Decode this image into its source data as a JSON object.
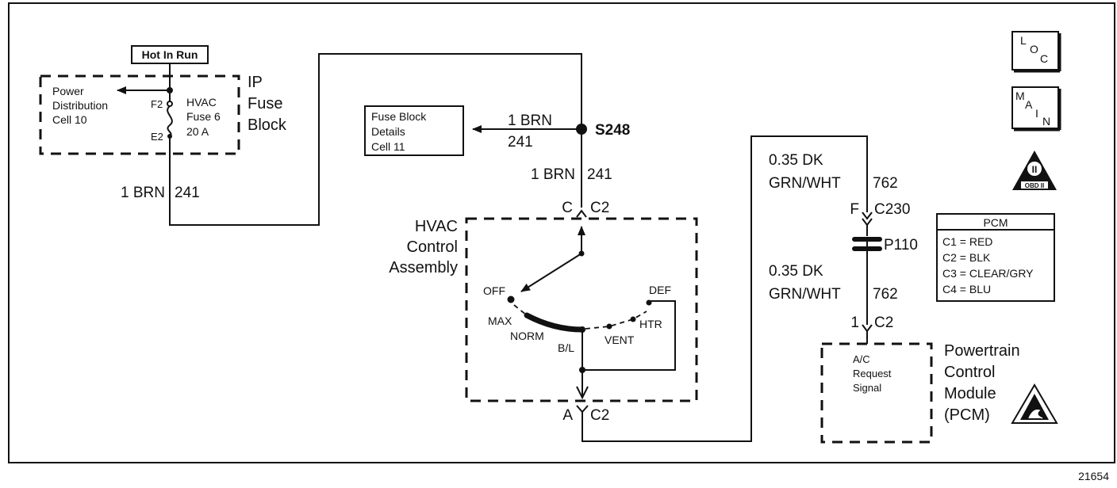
{
  "hot_in_run": "Hot In Run",
  "power_dist": [
    "Power",
    "Distribution",
    "Cell 10"
  ],
  "fuse": {
    "f2": "F2",
    "e2": "E2",
    "lines": [
      "HVAC",
      "Fuse 6",
      "20 A"
    ]
  },
  "ip_fuse_block": [
    "IP",
    "Fuse",
    "Block"
  ],
  "wire_left": {
    "size_color": "1 BRN",
    "circuit": "241"
  },
  "fuse_block_details": [
    "Fuse Block",
    "Details",
    "Cell 11"
  ],
  "arrow_wire": {
    "size_color": "1 BRN",
    "circuit": "241"
  },
  "splice": "S248",
  "mid_wire": {
    "size_color": "1 BRN",
    "circuit": "241"
  },
  "hvac_top_conn": {
    "pin": "C",
    "connector": "C2"
  },
  "hvac_label": [
    "HVAC",
    "Control",
    "Assembly"
  ],
  "switch": {
    "off": "OFF",
    "max": "MAX",
    "norm": "NORM",
    "bl": "B/L",
    "vent": "VENT",
    "htr": "HTR",
    "def": "DEF"
  },
  "hvac_bottom_conn": {
    "pin": "A",
    "connector": "C2"
  },
  "right_wire_top": {
    "line1": "0.35 DK",
    "line2": "GRN/WHT",
    "circuit": "762"
  },
  "conn_c230": {
    "pin": "F",
    "connector": "C230"
  },
  "pass_through": "P110",
  "right_wire_bottom": {
    "line1": "0.35 DK",
    "line2": "GRN/WHT",
    "circuit": "762"
  },
  "pcm_conn": {
    "pin": "1",
    "connector": "C2"
  },
  "ac_request": [
    "A/C",
    "Request",
    "Signal"
  ],
  "pcm_label": [
    "Powertrain",
    "Control",
    "Module",
    "(PCM)"
  ],
  "loc_icon": {
    "l": "L",
    "o": "O",
    "c": "C"
  },
  "main_icon": {
    "m": "M",
    "a": "A",
    "i": "I",
    "n": "N"
  },
  "obd_icon": {
    "label": "OBD II",
    "numeral": "II"
  },
  "pcm_legend": {
    "title": "PCM",
    "rows": [
      "C1 = RED",
      "C2 = BLK",
      "C3 = CLEAR/GRY",
      "C4 = BLU"
    ]
  },
  "figure_number": "21654"
}
